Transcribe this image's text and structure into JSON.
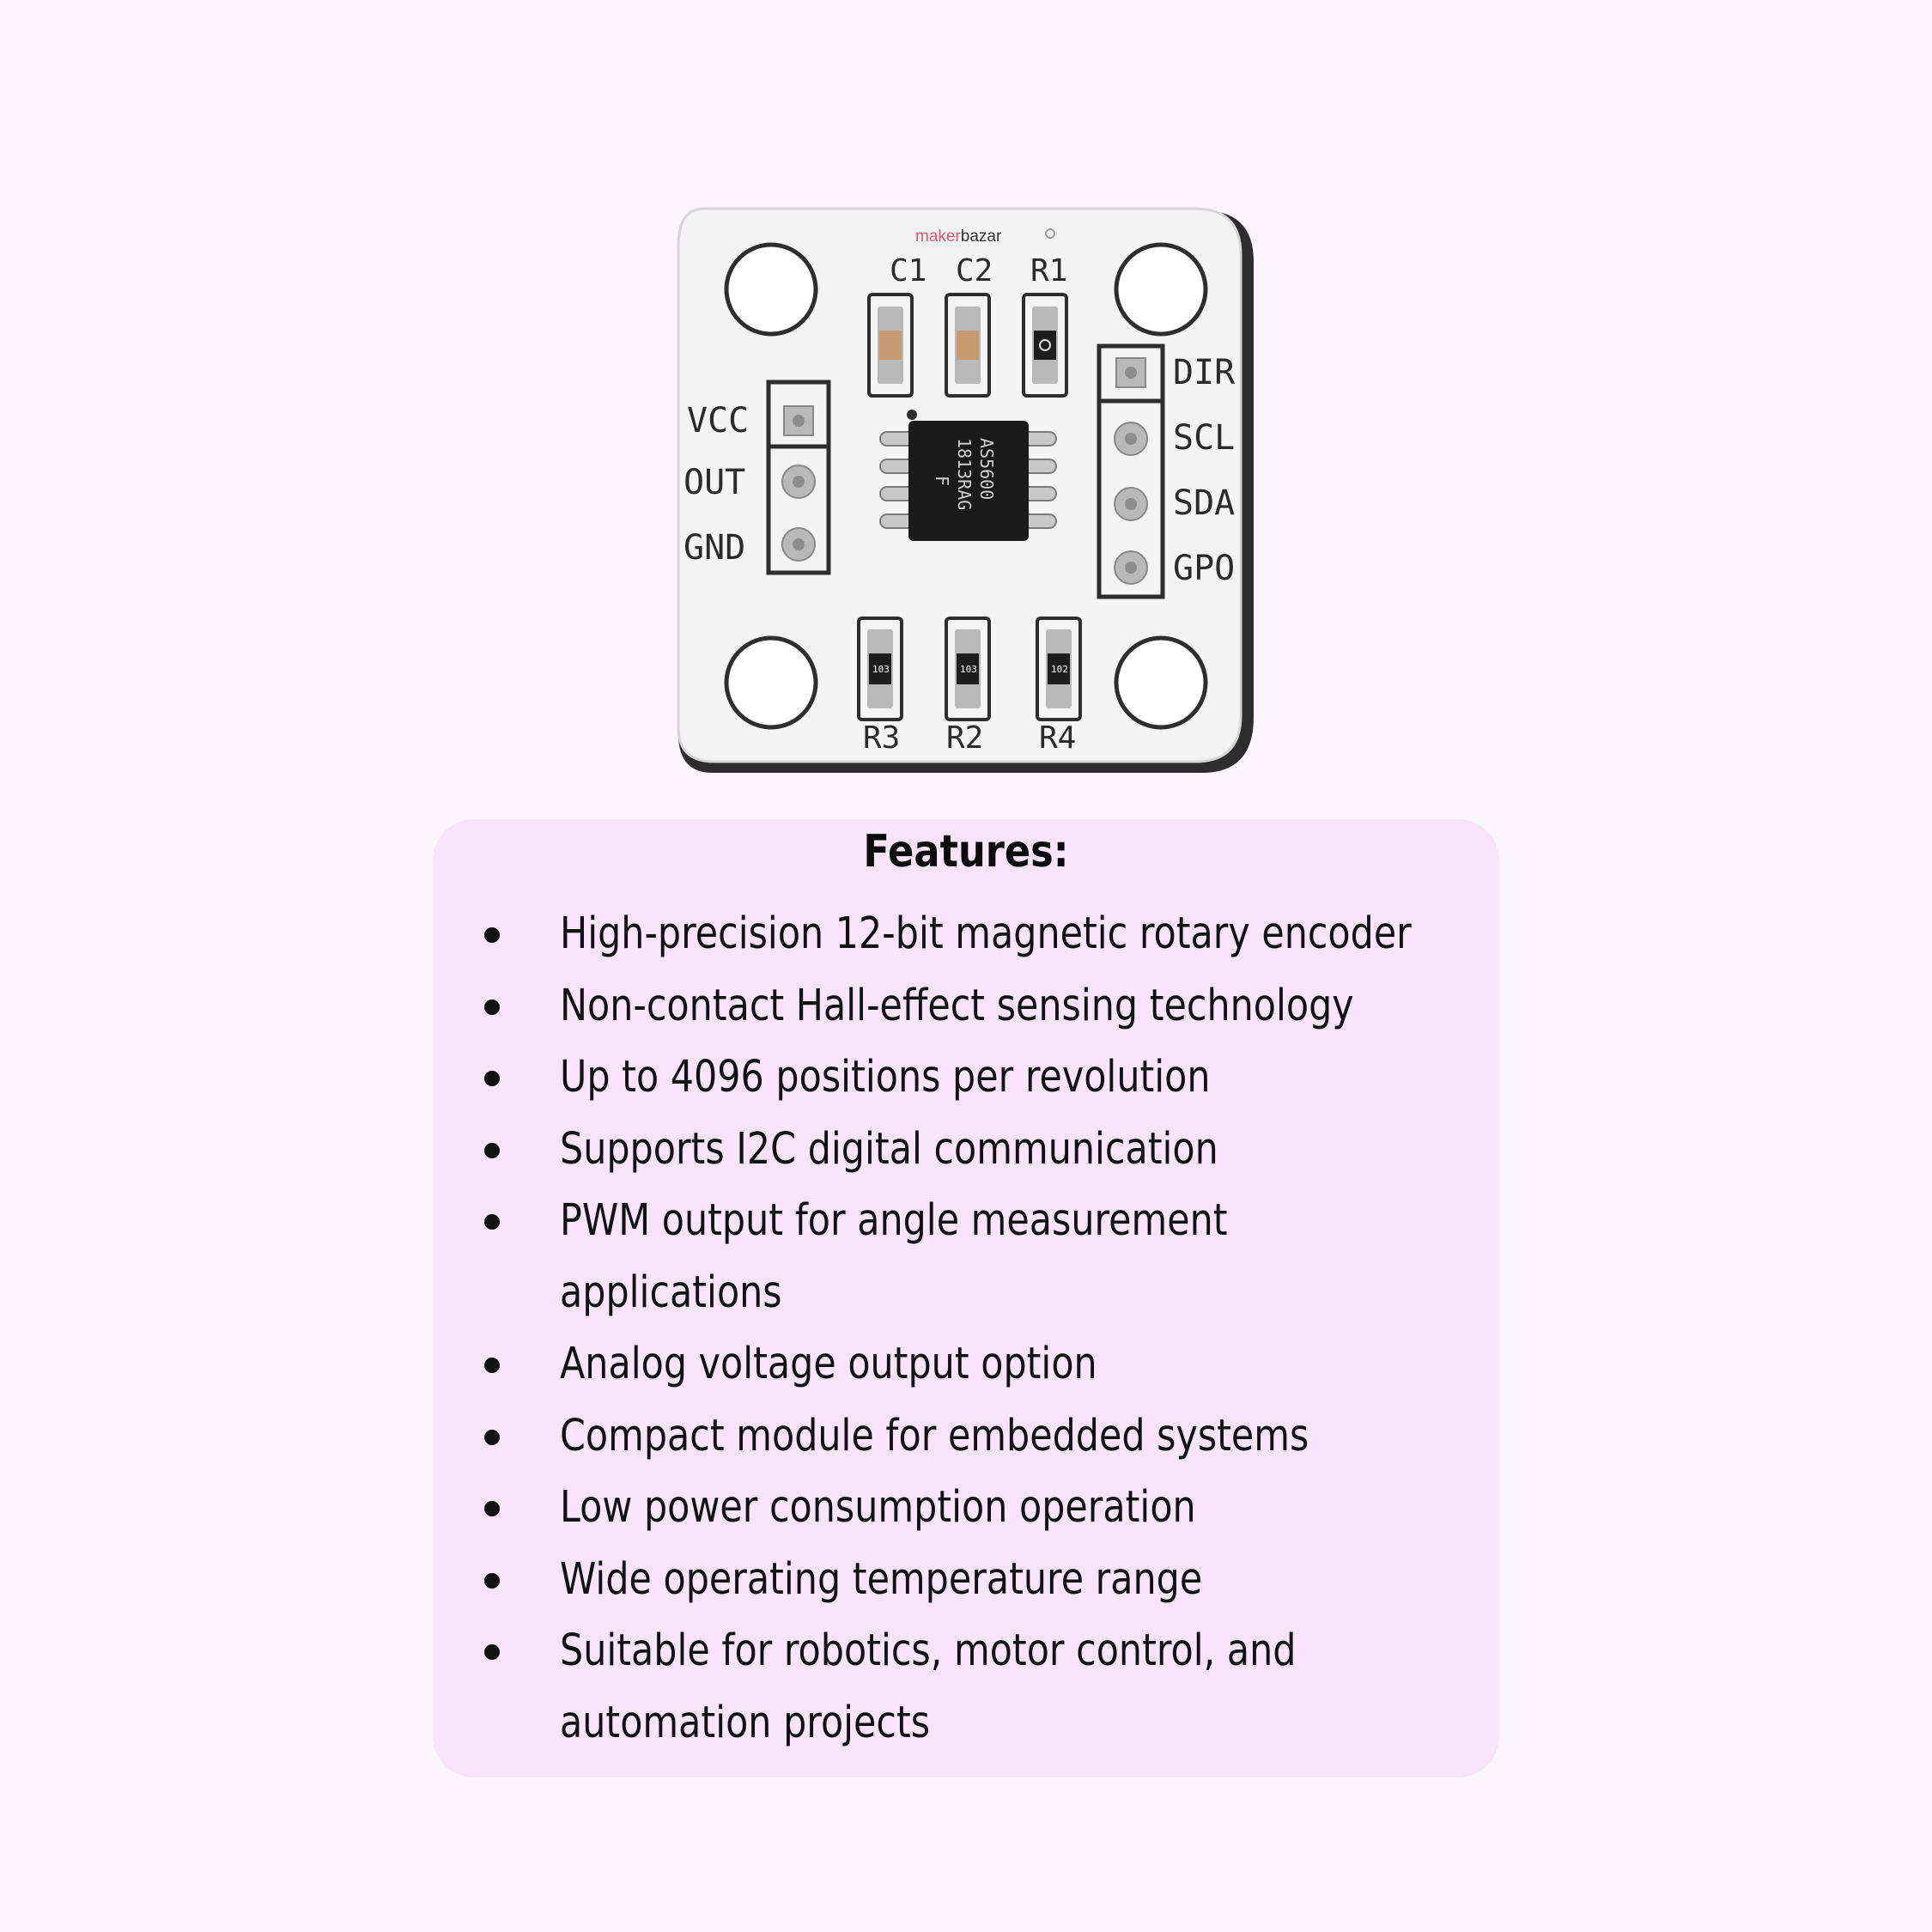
{
  "board": {
    "brand_prefix": "maker",
    "brand_suffix": "bazar",
    "chip_lines": [
      "AS5600",
      "1813RAG",
      "F"
    ],
    "component_labels": {
      "c1": "C1",
      "c2": "C2",
      "r1": "R1",
      "r3": "R3",
      "r2": "R2",
      "r4": "R4"
    },
    "left_pins": [
      "VCC",
      "OUT",
      "GND"
    ],
    "right_pins": [
      "DIR",
      "SCL",
      "SDA",
      "GPO"
    ],
    "resistor_codes": [
      "103",
      "103",
      "102"
    ],
    "colors": {
      "pcb": "#f4f4f4",
      "edge": "#cfcfcf",
      "chip": "#1a1a1a",
      "pad": "#b9b9b9"
    }
  },
  "features": {
    "title": "Features:",
    "items": [
      [
        "High-precision 12-bit magnetic rotary encoder"
      ],
      [
        "Non-contact Hall-effect sensing technology"
      ],
      [
        "Up to 4096 positions per revolution"
      ],
      [
        "Supports I2C digital communication"
      ],
      [
        "PWM output for angle measurement",
        "applications"
      ],
      [
        "Analog voltage output option"
      ],
      [
        "Compact module for embedded systems"
      ],
      [
        "Low power consumption operation"
      ],
      [
        "Wide operating temperature range"
      ],
      [
        "Suitable for robotics, motor control, and",
        "automation projects"
      ]
    ]
  }
}
